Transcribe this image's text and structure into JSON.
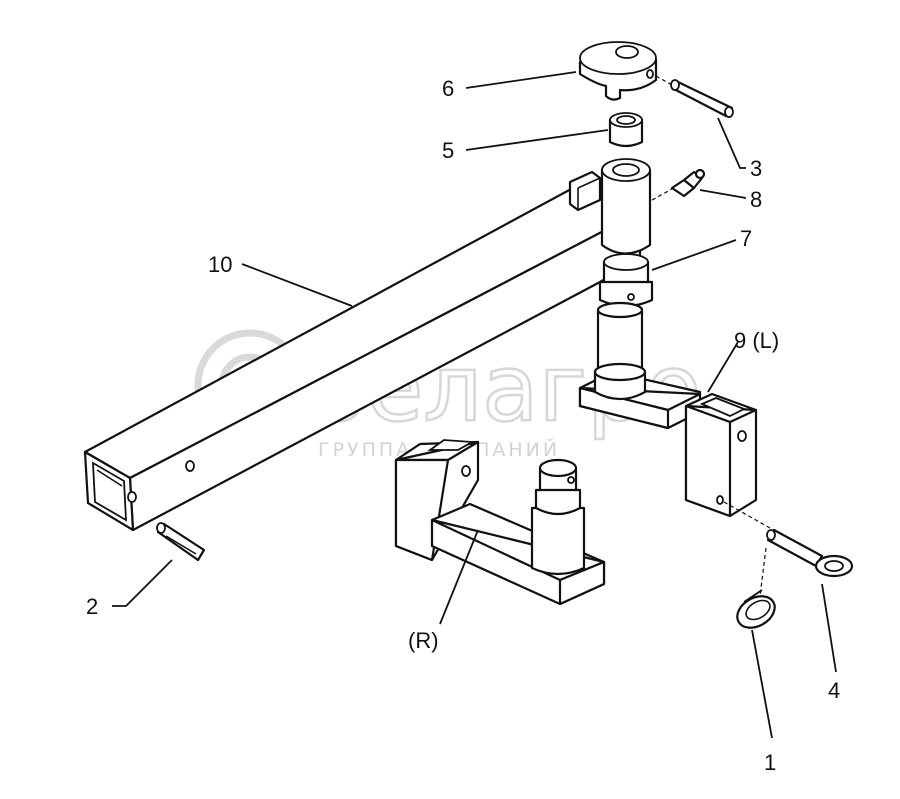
{
  "callouts": {
    "c1": "1",
    "c2": "2",
    "c3": "3",
    "c4": "4",
    "c5": "5",
    "c6": "6",
    "c7": "7",
    "c8": "8",
    "c9": "9 (L)",
    "c10": "10",
    "cR": "(R)"
  },
  "watermark": {
    "logo": "белагро",
    "tagline": "ГРУППА КОМПАНИЙ"
  },
  "colors": {
    "line": "#111111",
    "watermark": "#bdbdbd"
  }
}
